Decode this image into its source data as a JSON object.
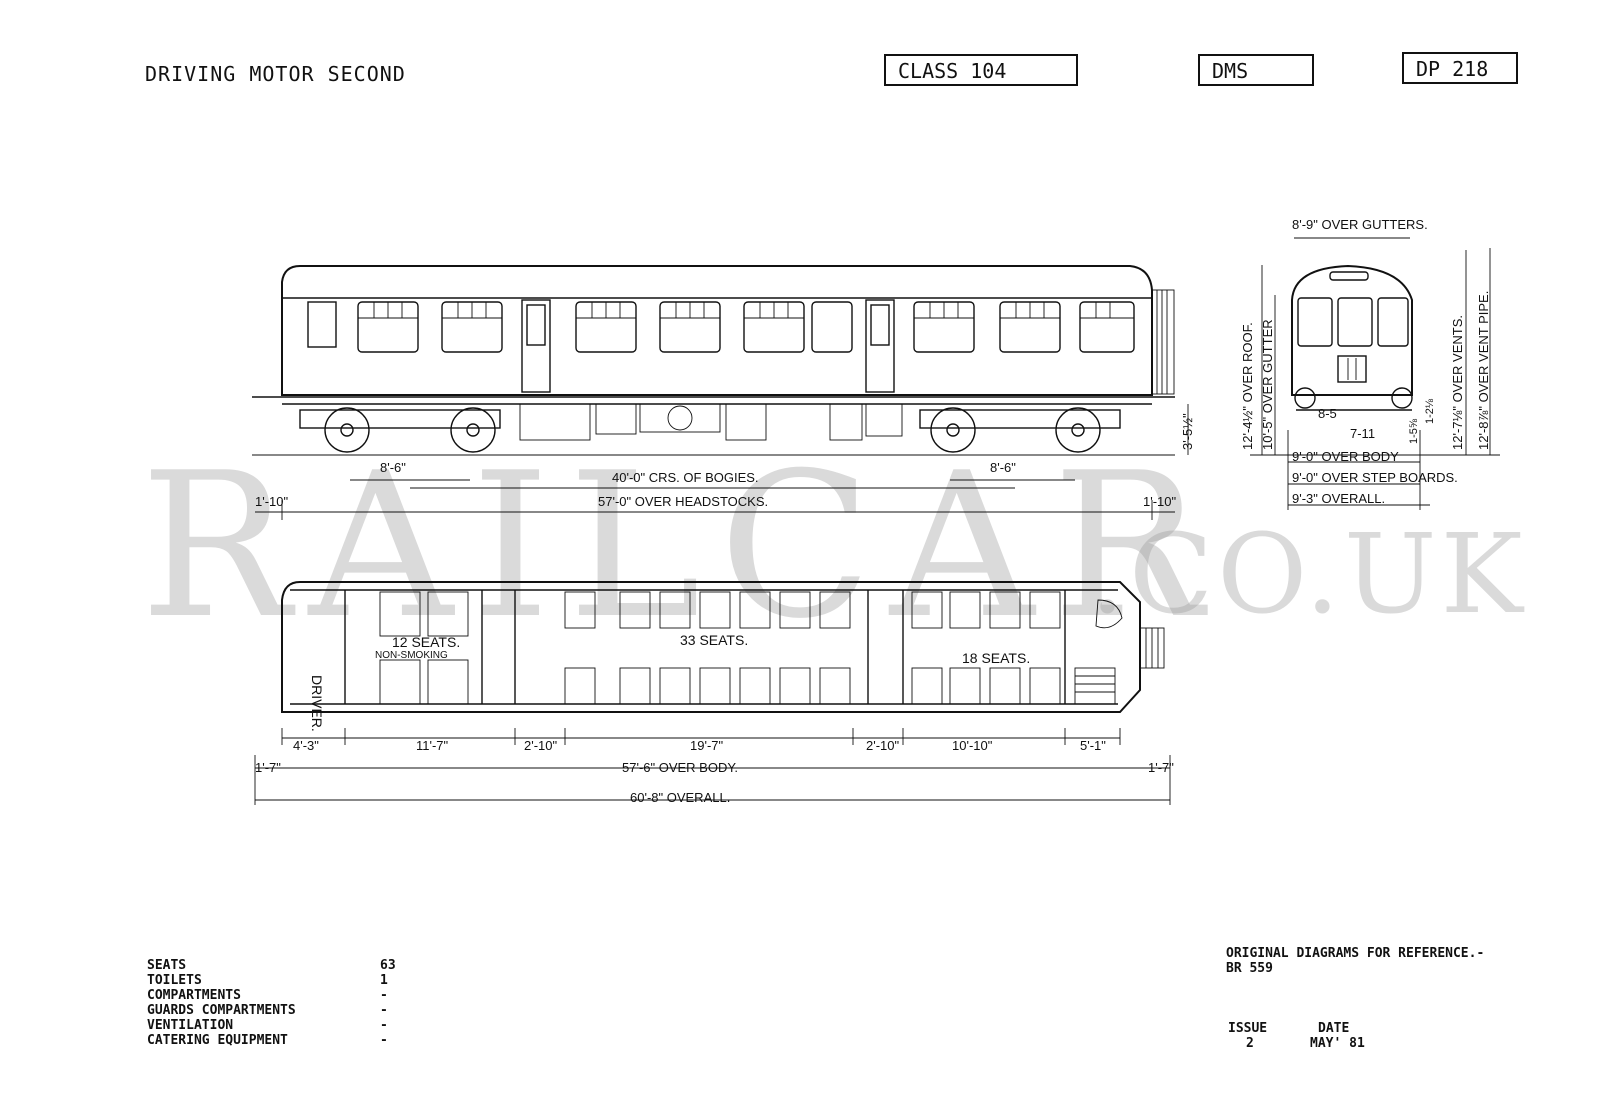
{
  "header": {
    "title": "DRIVING MOTOR SECOND",
    "class_label": "CLASS 104",
    "type_code": "DMS",
    "diagram_no": "DP 218"
  },
  "side_elevation": {
    "bogie_left": "8'-6\"",
    "bogie_right": "8'-6\"",
    "bogie_centres": "40'-0\" CRS. OF BOGIES.",
    "headstocks": "57'-0\" OVER HEADSTOCKS.",
    "overhang_left": "1'-10\"",
    "overhang_right": "1'-10\"",
    "rail_height": "3'-5½\""
  },
  "end_elevation": {
    "over_gutters": "8'-9\" OVER GUTTERS.",
    "over_roof": "12'-4½\" OVER ROOF.",
    "over_gutter": "10'-5\" OVER GUTTER",
    "over_vents": "12'-7⅛\" OVER VENTS.",
    "over_vent_pipe": "12'-8⅞\" OVER VENT PIPE.",
    "inner_a": "8-5",
    "inner_b": "7-11",
    "inner_c": "1-5⅝",
    "inner_d": "1-2⅛",
    "over_body": "9'-0\" OVER BODY",
    "over_stepboards": "9'-0\" OVER STEP BOARDS.",
    "overall": "9'-3\" OVERALL."
  },
  "plan": {
    "driver": "DRIVER.",
    "seats_12": "12 SEATS.",
    "non_smoking": "NON-SMOKING",
    "seats_33": "33 SEATS.",
    "seats_18": "18 SEATS.",
    "dims": [
      "4'-3\"",
      "11'-7\"",
      "2'-10\"",
      "19'-7\"",
      "2'-10\"",
      "10'-10\"",
      "5'-1\""
    ],
    "end_left": "1'-7\"",
    "end_right": "1'-7\"",
    "over_body": "57'-6\" OVER BODY.",
    "overall": "60'-8\" OVERALL."
  },
  "summary": [
    {
      "label": "SEATS",
      "value": "63"
    },
    {
      "label": "TOILETS",
      "value": "1"
    },
    {
      "label": "COMPARTMENTS",
      "value": "-"
    },
    {
      "label": "GUARDS COMPARTMENTS",
      "value": "-"
    },
    {
      "label": "VENTILATION",
      "value": "-"
    },
    {
      "label": "CATERING EQUIPMENT",
      "value": "-"
    }
  ],
  "reference": {
    "line1": "ORIGINAL DIAGRAMS FOR REFERENCE.-",
    "line2": "BR 559",
    "issue_label": "ISSUE",
    "issue_value": "2",
    "date_label": "DATE",
    "date_value": "MAY' 81"
  },
  "watermark": {
    "main": "RAILCAR",
    "suffix": ".CO.UK"
  }
}
